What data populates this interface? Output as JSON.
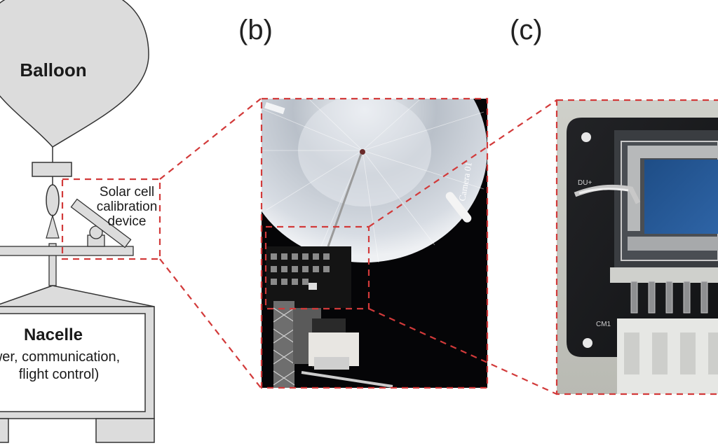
{
  "panels": {
    "b": {
      "label": "(b)"
    },
    "c": {
      "label": "(c)"
    }
  },
  "diagram": {
    "balloon": {
      "label": "Balloon"
    },
    "solar_device": {
      "lines": [
        "Solar cell",
        "calibration",
        "device"
      ]
    },
    "nacelle": {
      "title": "Nacelle",
      "lines": [
        "wer, communication,",
        "flight control)"
      ]
    }
  },
  "photo_b": {
    "camera_text": "Camera 01"
  },
  "photo_c": {
    "board_labels": [
      "DU+",
      "CM1"
    ]
  },
  "colors": {
    "dashed_outline": "#d23a3a",
    "diagram_fill": "#dcdcdc",
    "diagram_stroke": "#333333"
  }
}
